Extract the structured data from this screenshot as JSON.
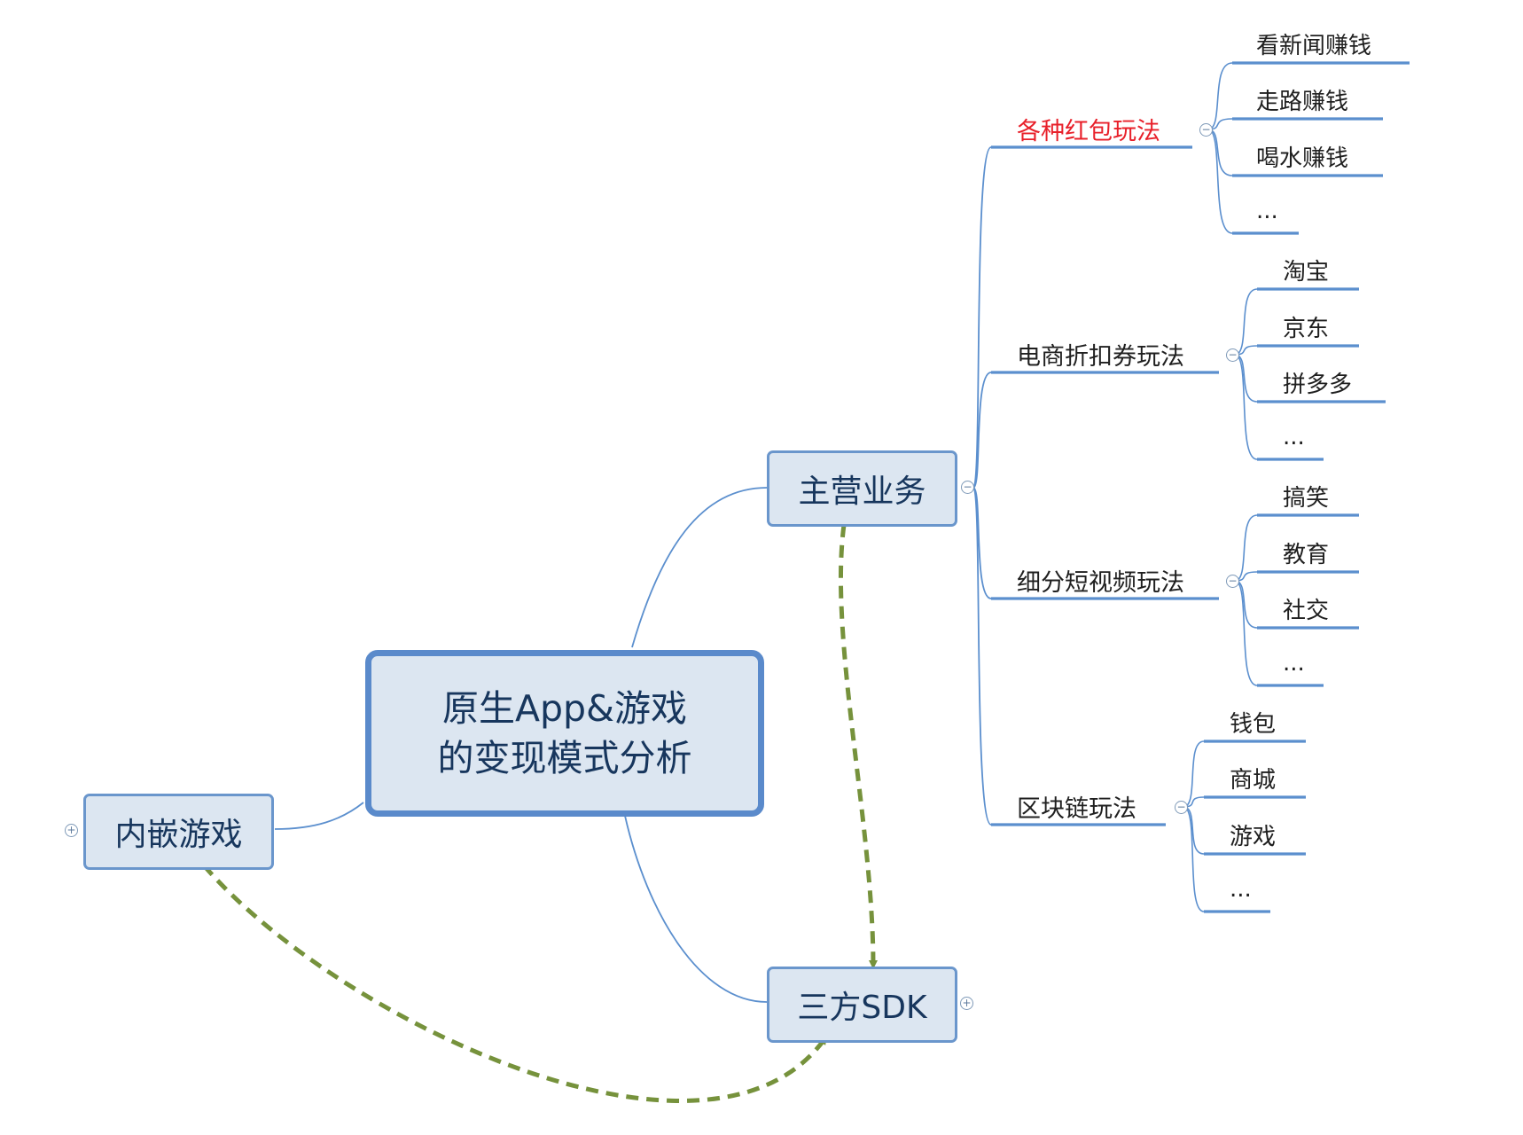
{
  "root": {
    "line1": "原生App&游戏",
    "line2": "的变现模式分析"
  },
  "main_business": "主营业务",
  "embedded_games": "内嵌游戏",
  "third_party_sdk": "三方SDK",
  "branches": [
    {
      "title": "各种红包玩法",
      "highlight": true,
      "items": [
        "看新闻赚钱",
        "走路赚钱",
        "喝水赚钱",
        "..."
      ]
    },
    {
      "title": "电商折扣券玩法",
      "highlight": false,
      "items": [
        "淘宝",
        "京东",
        "拼多多",
        "..."
      ]
    },
    {
      "title": "细分短视频玩法",
      "highlight": false,
      "items": [
        "搞笑",
        "教育",
        "社交",
        "..."
      ]
    },
    {
      "title": "区块链玩法",
      "highlight": false,
      "items": [
        "钱包",
        "商城",
        "游戏",
        "..."
      ]
    }
  ],
  "colors": {
    "node_fill": "#dce6f1",
    "node_border": "#6a96cc",
    "connector": "#5b8fce",
    "relation_arrow": "#76923c",
    "highlight_text": "#e8202a"
  }
}
